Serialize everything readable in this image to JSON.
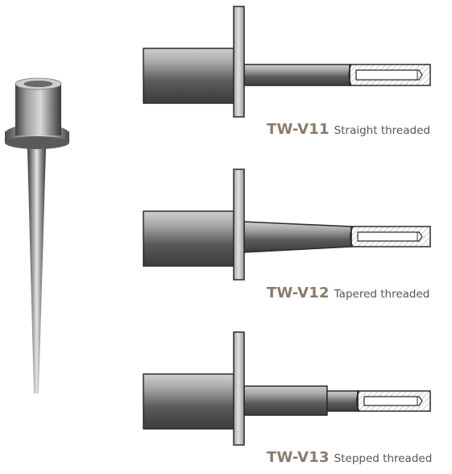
{
  "colors": {
    "metal_light": "#d8d8d8",
    "metal_mid": "#a8a8a8",
    "metal_dark": "#4f4f4f",
    "outline": "#2b2b2b",
    "hatch": "#9a9a9a",
    "code_text": "#8a7a6c",
    "desc_text": "#555555"
  },
  "variants": [
    {
      "code": "TW-V11",
      "description": "Straight threaded",
      "shape": "straight"
    },
    {
      "code": "TW-V12",
      "description": "Tapered threaded",
      "shape": "tapered"
    },
    {
      "code": "TW-V13",
      "description": "Stepped threaded",
      "shape": "stepped"
    }
  ]
}
